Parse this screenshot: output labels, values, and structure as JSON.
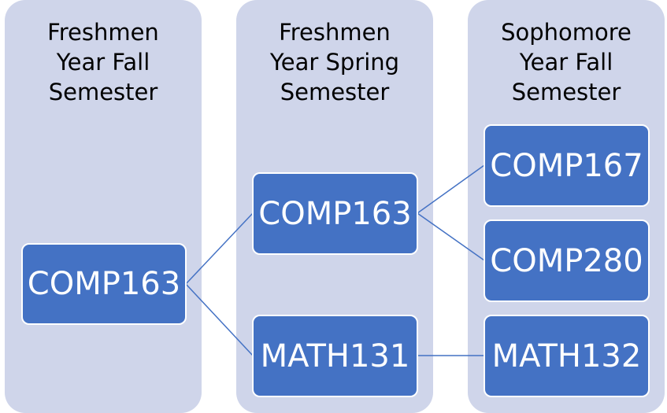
{
  "columns": [
    {
      "title_lines": [
        "Freshmen",
        "Year Fall",
        "Semester"
      ]
    },
    {
      "title_lines": [
        "Freshmen",
        "Year Spring",
        "Semester"
      ]
    },
    {
      "title_lines": [
        "Sophomore",
        "Year Fall",
        "Semester"
      ]
    }
  ],
  "courses": {
    "fall1_comp163": "COMP163",
    "spring1_comp163": "COMP163",
    "spring1_math131": "MATH131",
    "fall2_comp167": "COMP167",
    "fall2_comp280": "COMP280",
    "fall2_math132": "MATH132"
  },
  "colors": {
    "column_bg": "#cfd5ea",
    "course_bg": "#4472c4",
    "course_text": "#ffffff",
    "connector": "#4472c4"
  }
}
